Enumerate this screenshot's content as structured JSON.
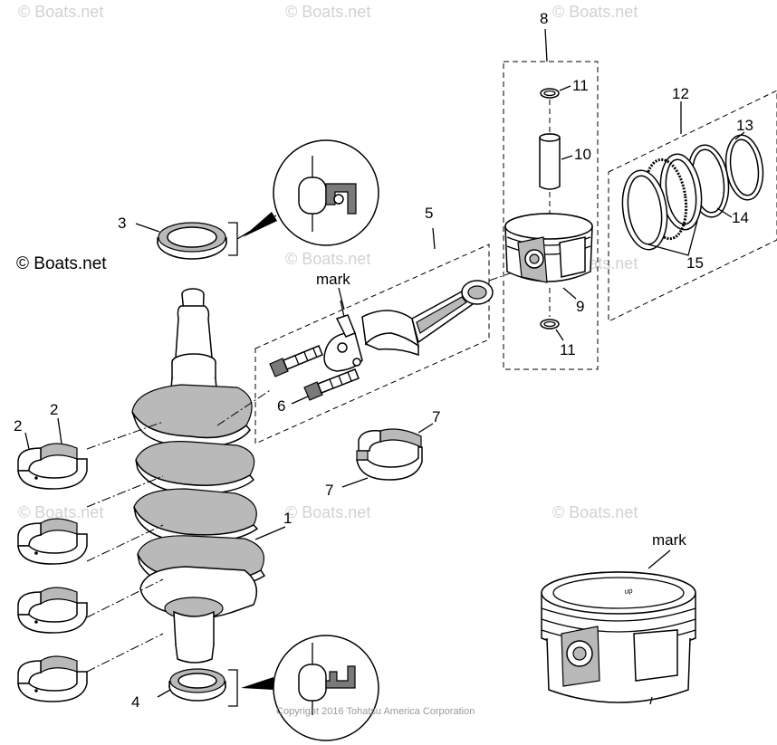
{
  "watermark": "© Boats.net",
  "brand_label": "© Boats.net",
  "copyright": "Copyright 2016 Tohatsu America Corporation",
  "callouts": {
    "c1": "1",
    "c2a": "2",
    "c2b": "2",
    "c3": "3",
    "c4": "4",
    "c5": "5",
    "c6": "6",
    "c7a": "7",
    "c7b": "7",
    "c8": "8",
    "c9": "9",
    "c10": "10",
    "c11a": "11",
    "c11b": "11",
    "c12": "12",
    "c13": "13",
    "c14": "14",
    "c15": "15",
    "mark_rod": "mark",
    "mark_piston": "mark"
  }
}
